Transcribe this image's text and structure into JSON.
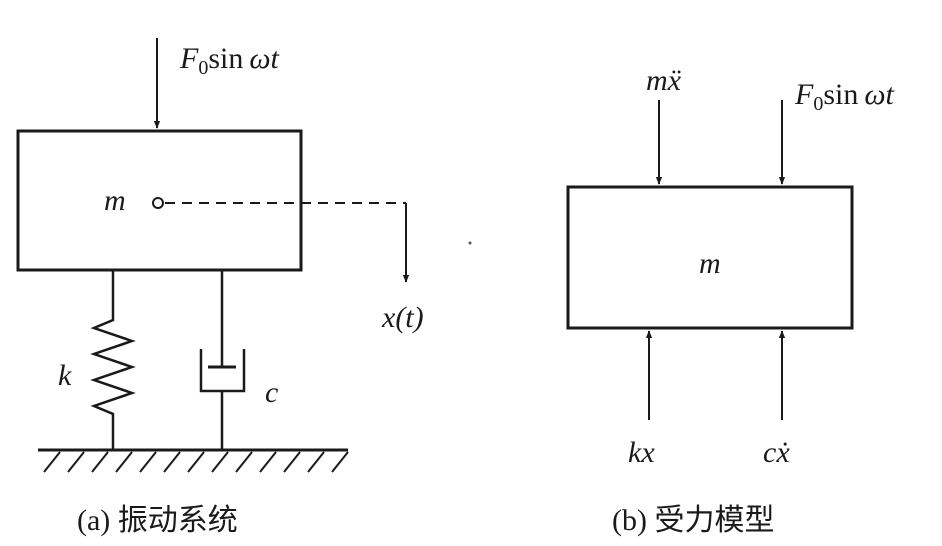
{
  "panel_a": {
    "force_label": {
      "F": "F",
      "sub": "0",
      "sin": "sin",
      "omega": "ωt"
    },
    "mass_label": "m",
    "displacement_label": "x(t)",
    "spring_label": "k",
    "damper_label": "c",
    "caption": "(a) 振动系统"
  },
  "panel_b": {
    "inertia_label": "mẍ",
    "force_label": {
      "F": "F",
      "sub": "0",
      "sin": "sin",
      "omega": "ωt"
    },
    "mass_label": "m",
    "spring_force_label": "kx",
    "damper_force_label": "cẋ",
    "caption": "(b) 受力模型"
  },
  "colors": {
    "ink": "#1a1a1a",
    "background": "#ffffff"
  }
}
